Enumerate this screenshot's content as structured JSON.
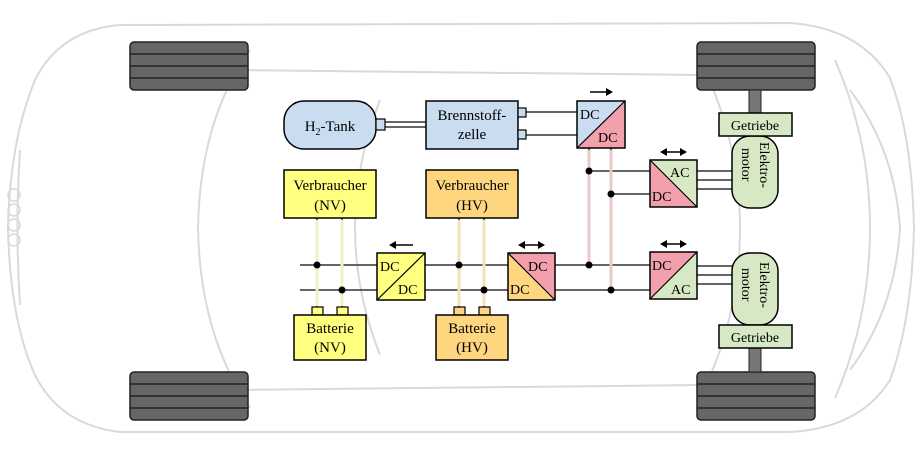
{
  "h2_tank": {
    "label_main": "H",
    "label_sub": "2",
    "label_rest": "-Tank"
  },
  "fuel_cell": {
    "line1": "Brennstoff-",
    "line2": "zelle"
  },
  "dc_dc_fc": {
    "top": "DC",
    "bottom": "DC"
  },
  "inverter_front": {
    "top": "AC",
    "bottom": "DC"
  },
  "inverter_rear": {
    "top": "DC",
    "bottom": "AC"
  },
  "consumer_lv": {
    "line1": "Verbraucher",
    "line2": "(NV)"
  },
  "consumer_hv": {
    "line1": "Verbraucher",
    "line2": "(HV)"
  },
  "battery_lv": {
    "line1": "Batterie",
    "line2": "(NV)"
  },
  "battery_hv": {
    "line1": "Batterie",
    "line2": "(HV)"
  },
  "dc_dc_lv": {
    "top": "DC",
    "bottom": "DC"
  },
  "dc_dc_hv": {
    "top": "DC",
    "bottom": "DC"
  },
  "gearbox_front": {
    "label": "Getriebe"
  },
  "gearbox_rear": {
    "label": "Getriebe"
  },
  "motor_front": {
    "line1": "Elektro-",
    "line2": "motor"
  },
  "motor_rear": {
    "line1": "Elektro-",
    "line2": "motor"
  },
  "colors": {
    "tank": "#c9dcf0",
    "fuel_cell": "#c9dcf0",
    "lv": "#ffff80",
    "hv": "#ffd680",
    "dc_pink": "#f2a0ac",
    "motor": "#d6e8c4",
    "wheel": "#666666",
    "car_outline": "#d9d9d9"
  }
}
